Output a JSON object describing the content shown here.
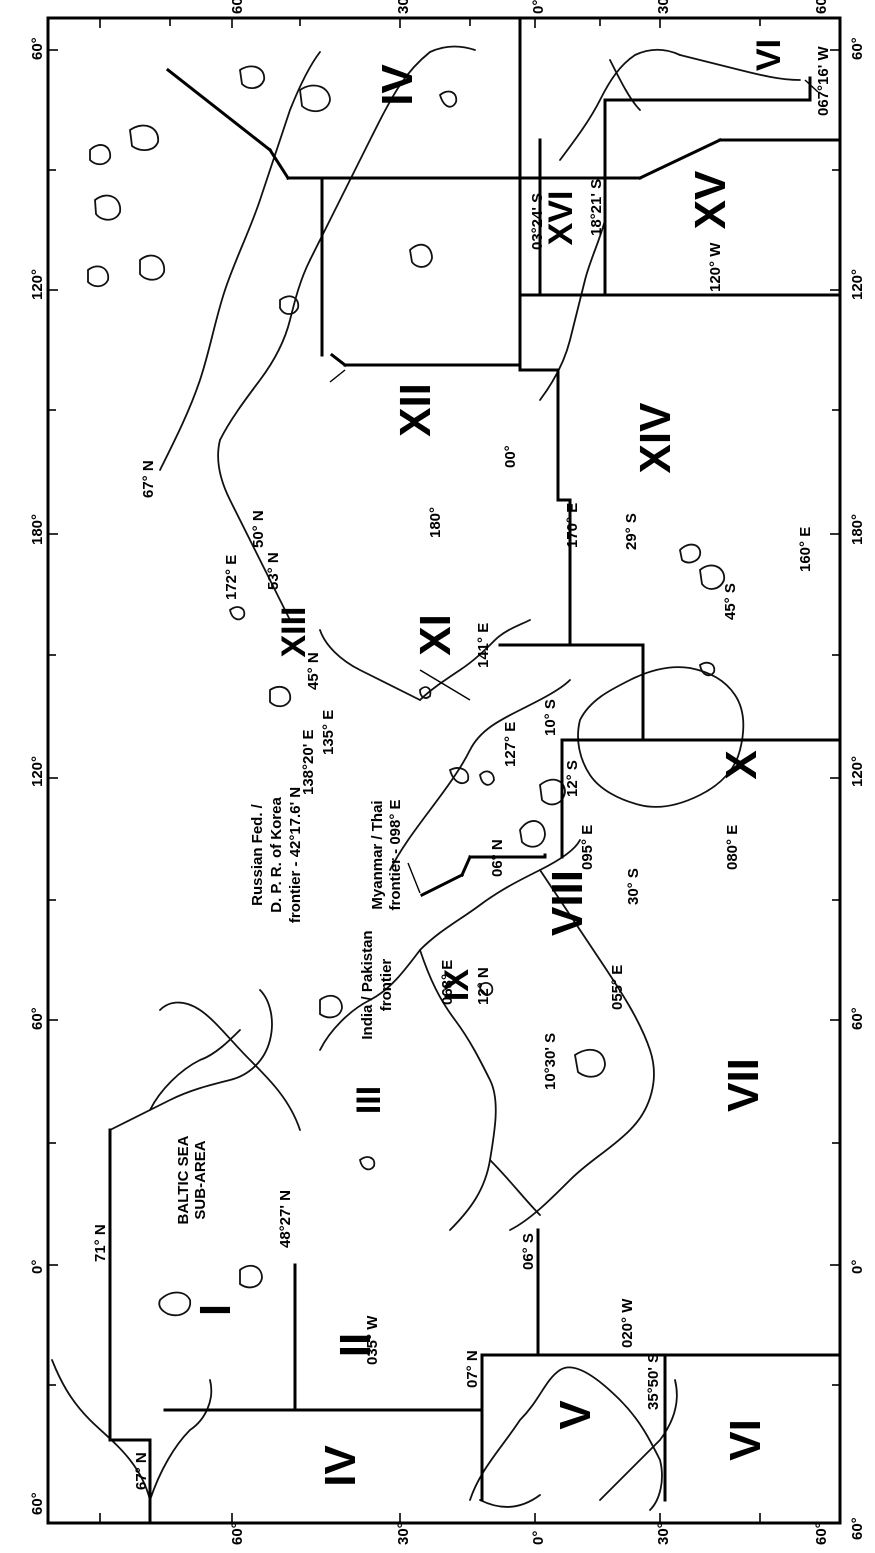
{
  "map": {
    "zones": [
      "I",
      "II",
      "III",
      "IV",
      "V",
      "VI",
      "VII",
      "VIII",
      "IX",
      "X",
      "XI",
      "XII",
      "XIII",
      "XIV",
      "XV",
      "XVI"
    ],
    "subarea_line1": "BALTIC SEA",
    "subarea_line2": "SUB-AREA",
    "frontier_labels": {
      "russia_korea_1": "Russian Fed. /",
      "russia_korea_2": "D. P. R. of Korea",
      "russia_korea_3": "frontier - 42°17.6' N",
      "myanmar_thai_1": "Myanmar / Thai",
      "myanmar_thai_2": "frontier - 098° E",
      "india_pakistan_1": "India / Pakistan",
      "india_pakistan_2": "frontier"
    },
    "boundary_labels": {
      "n67_west": "67° N",
      "n71": "71° N",
      "n4827": "48°27' N",
      "w035": "035° W",
      "n07": "07° N",
      "s06": "06° S",
      "w020": "020° W",
      "s3550": "35°50' S",
      "e063": "063° E",
      "n12": "12° N",
      "s1030": "10°30' S",
      "e055": "055° E",
      "s30": "30° S",
      "e080": "080° E",
      "n06": "06° N",
      "e095": "095° E",
      "s12": "12° S",
      "e127": "127° E",
      "s10": "10° S",
      "e141": "141° E",
      "e135": "135° E",
      "e13820": "138°20' E",
      "n45": "45° N",
      "n53": "53° N",
      "e172": "172° E",
      "n67_east": "67° N",
      "n50": "50° N",
      "e180": "180°",
      "eq": "00°",
      "e170": "170° E",
      "s29": "29° S",
      "s45": "45° S",
      "e160": "160° E",
      "w120": "120° W",
      "s0324": "03°24' S",
      "s1821": "18°21' S",
      "w06716": "067°16' W"
    },
    "longitude_ticks": [
      "60°",
      "0°",
      "60°",
      "120°",
      "180°",
      "120°",
      "60°"
    ],
    "latitude_ticks": [
      "60°",
      "30°",
      "0°",
      "30°",
      "60°"
    ]
  }
}
